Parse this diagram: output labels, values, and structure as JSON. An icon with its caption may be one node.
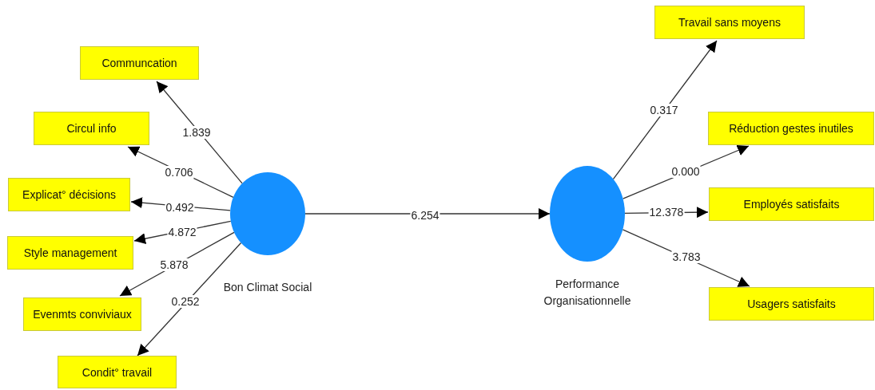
{
  "diagram": {
    "nodes": [
      {
        "text": [
          "Bon Climat Social"
        ]
      },
      {
        "text": [
          "Performance Organisationnelle"
        ]
      },
      {
        "text": [
          "Communcation"
        ]
      },
      {
        "text": [
          "Circul info"
        ]
      },
      {
        "text": [
          "Explicat° décisions"
        ]
      },
      {
        "text": [
          "Style management"
        ]
      },
      {
        "text": [
          "Evenmts conviviaux"
        ]
      },
      {
        "text": [
          "Condit° travail"
        ]
      },
      {
        "text": [
          "Travail sans moyens"
        ]
      },
      {
        "text": [
          "Réduction gestes inutiles"
        ]
      },
      {
        "text": [
          "Employés satisfaits"
        ]
      },
      {
        "text": [
          "Usagers satisfaits"
        ]
      }
    ],
    "edges": [
      {
        "from": 0,
        "to": 1,
        "arrow": "to",
        "label": "6.254"
      },
      {
        "from": 0,
        "to": 2,
        "arrow": "to",
        "label": "1.839"
      },
      {
        "from": 0,
        "to": 3,
        "arrow": "to",
        "label": "0.706"
      },
      {
        "from": 0,
        "to": 4,
        "arrow": "to",
        "label": "0.492"
      },
      {
        "from": 0,
        "to": 5,
        "arrow": "to",
        "label": "4.872"
      },
      {
        "from": 0,
        "to": 6,
        "arrow": "to",
        "label": "5.878"
      },
      {
        "from": 0,
        "to": 7,
        "arrow": "to",
        "label": "0.252"
      },
      {
        "from": 1,
        "to": 8,
        "arrow": "to",
        "label": "0.317"
      },
      {
        "from": 1,
        "to": 9,
        "arrow": "to",
        "label": "0.000"
      },
      {
        "from": 1,
        "to": 10,
        "arrow": "to",
        "label": "12.378"
      },
      {
        "from": 1,
        "to": 11,
        "arrow": "to",
        "label": "3.783"
      }
    ]
  }
}
